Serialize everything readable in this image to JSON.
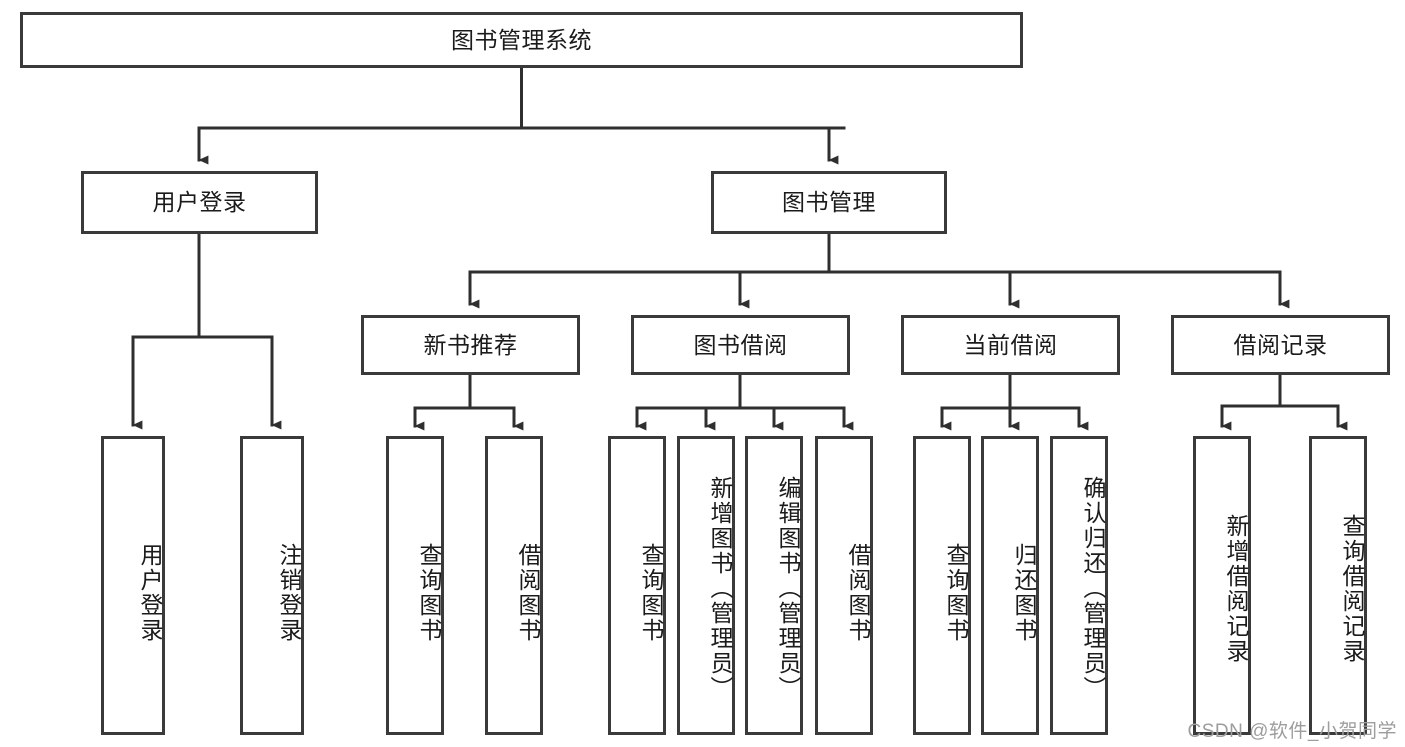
{
  "diagram": {
    "type": "tree-hierarchy",
    "title": "图书管理系统",
    "root": {
      "label": "图书管理系统",
      "children": [
        {
          "label": "用户登录",
          "children": [
            {
              "label": "用户登录"
            },
            {
              "label": "注销登录"
            }
          ]
        },
        {
          "label": "图书管理",
          "children": [
            {
              "label": "新书推荐",
              "children": [
                {
                  "label": "查询图书"
                },
                {
                  "label": "借阅图书"
                }
              ]
            },
            {
              "label": "图书借阅",
              "children": [
                {
                  "label": "查询图书"
                },
                {
                  "label": "新增图书（管理员）"
                },
                {
                  "label": "编辑图书（管理员）"
                },
                {
                  "label": "借阅图书"
                }
              ]
            },
            {
              "label": "当前借阅",
              "children": [
                {
                  "label": "查询图书"
                },
                {
                  "label": "归还图书"
                },
                {
                  "label": "确认归还（管理员）"
                }
              ]
            },
            {
              "label": "借阅记录",
              "children": [
                {
                  "label": "新增借阅记录"
                },
                {
                  "label": "查询借阅记录"
                }
              ]
            }
          ]
        }
      ]
    }
  },
  "nodes": {
    "root_title": "图书管理系统",
    "l2_user_login": "用户登录",
    "l2_book_mgmt": "图书管理",
    "l3_new_book_rec": "新书推荐",
    "l3_book_borrow": "图书借阅",
    "l3_current_borrow": "当前借阅",
    "l3_borrow_record": "借阅记录",
    "leaf_user_login": "用户登录",
    "leaf_logout": "注销登录",
    "leaf_rec_query_book": "查询图书",
    "leaf_rec_borrow_book": "借阅图书",
    "leaf_br_query_book": "查询图书",
    "leaf_br_add_book": "新增图书（管理员）",
    "leaf_br_edit_book": "编辑图书（管理员）",
    "leaf_br_borrow_book": "借阅图书",
    "leaf_cur_query_book": "查询图书",
    "leaf_cur_return_book": "归还图书",
    "leaf_cur_confirm_return": "确认归还（管理员）",
    "leaf_rec_add_record": "新增借阅记录",
    "leaf_rec_query_record": "查询借阅记录"
  },
  "watermark": {
    "text": "CSDN @软件_小贺同学"
  },
  "colors": {
    "border": "#3a3a3a",
    "background": "#ffffff",
    "text": "#1b1b1b",
    "watermark": "#9d9d9d",
    "connector": "#2f2f2f"
  }
}
